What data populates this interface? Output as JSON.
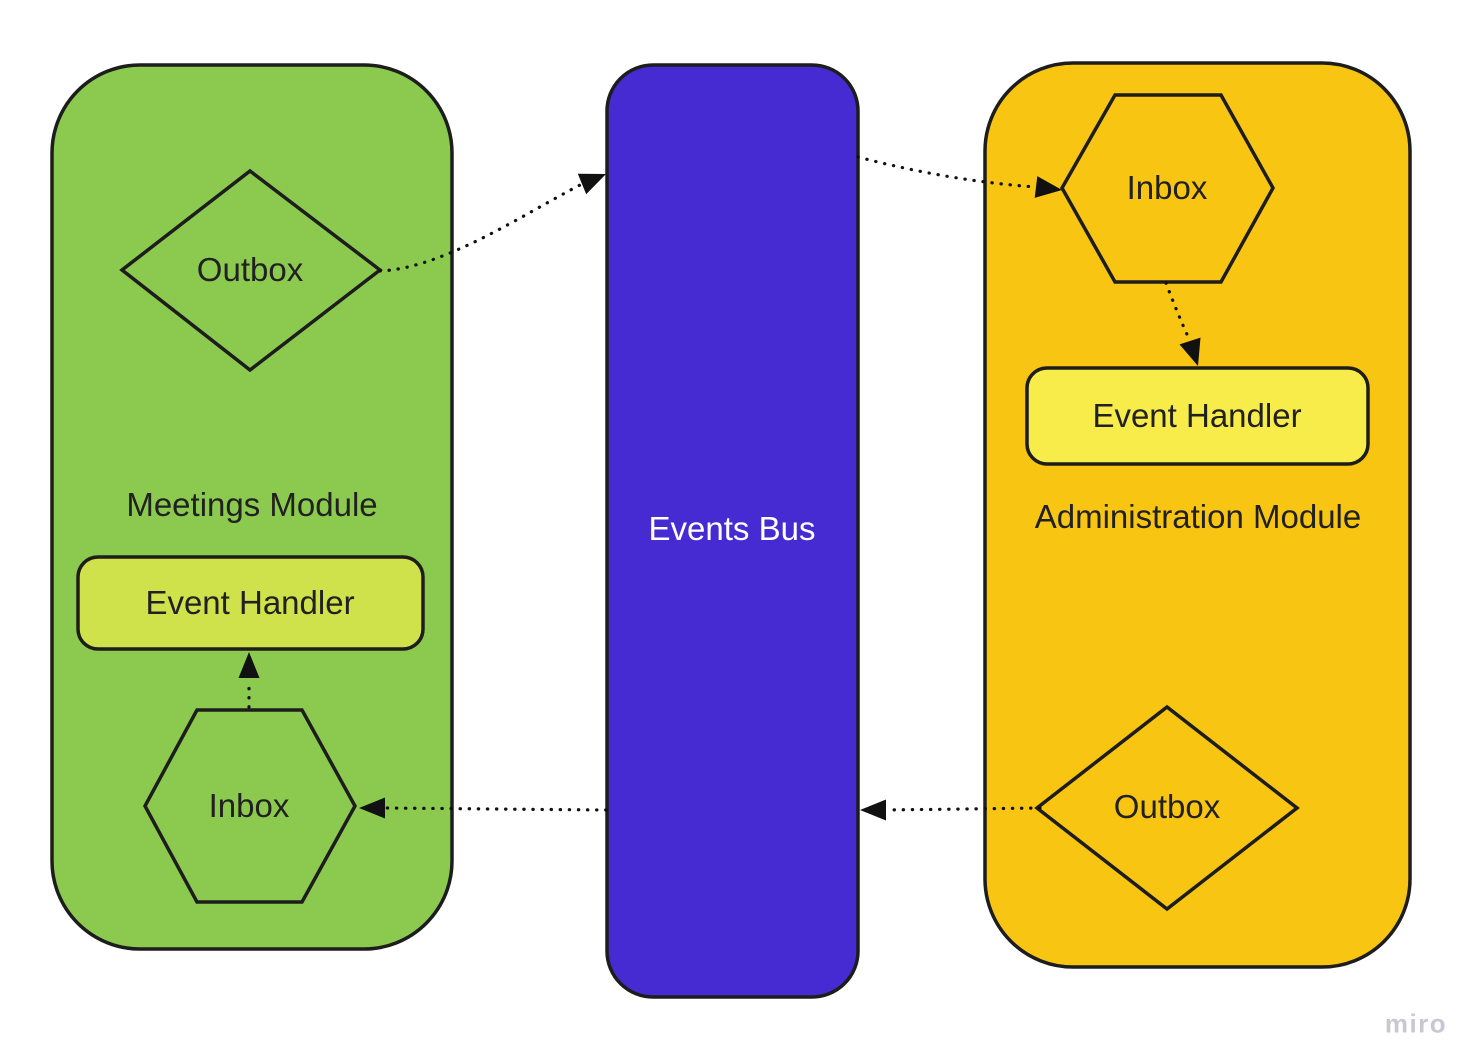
{
  "colors": {
    "stroke": "#1d1d1d",
    "arrow": "#111111",
    "text": "#212121",
    "meetings_fill": "#8cca4f",
    "meetings_handler_fill": "#cfe14b",
    "bus_fill": "#452bd1",
    "bus_text": "#ffffff",
    "admin_fill": "#f9c513",
    "admin_handler_fill": "#f7ec49",
    "watermark_color": "#c8c7d2"
  },
  "modules": {
    "meetings": {
      "title": "Meetings Module",
      "outbox": "Outbox",
      "inbox": "Inbox",
      "event_handler": "Event Handler"
    },
    "events_bus": {
      "title": "Events Bus"
    },
    "administration": {
      "title": "Administration Module",
      "inbox": "Inbox",
      "outbox": "Outbox",
      "event_handler": "Event Handler"
    }
  },
  "watermark": "miro"
}
